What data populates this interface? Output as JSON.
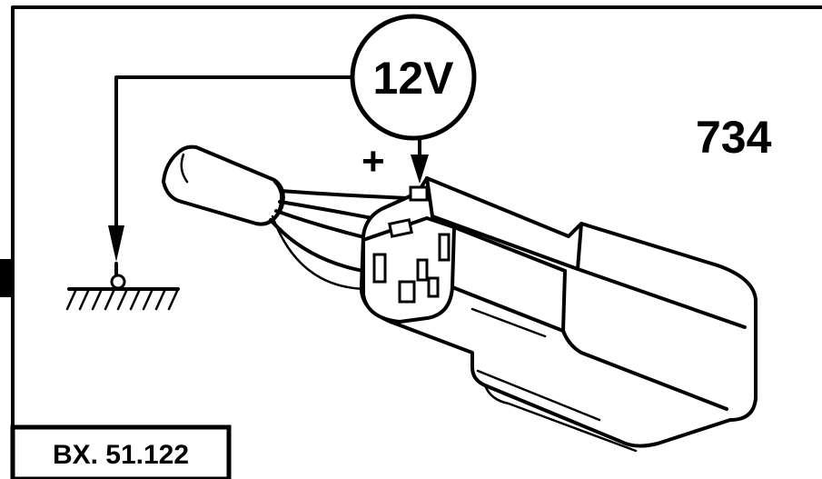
{
  "voltage_label": "12V",
  "polarity_label": "+",
  "figure_number": "734",
  "reference_code": "BX. 51.122",
  "icons": [
    "voltage-source-icon",
    "ground-symbol-icon",
    "relay-module-icon",
    "connector-plug-icon"
  ]
}
